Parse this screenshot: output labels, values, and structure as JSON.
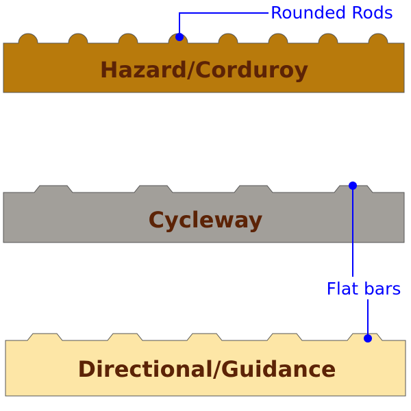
{
  "profiles": {
    "hazard": {
      "label": "Hazard/Corduroy",
      "fill_color": "#b87a0c"
    },
    "cycleway": {
      "label": "Cycleway",
      "fill_color": "#a29f9a"
    },
    "directional": {
      "label": "Directional/Guidance",
      "fill_color": "#fde6a6"
    }
  },
  "callouts": {
    "rounded_rods": "Rounded Rods",
    "flat_bars": "Flat bars"
  },
  "colors": {
    "label_text": "#5c2306",
    "callout": "#0000ff",
    "outline": "#555555"
  }
}
